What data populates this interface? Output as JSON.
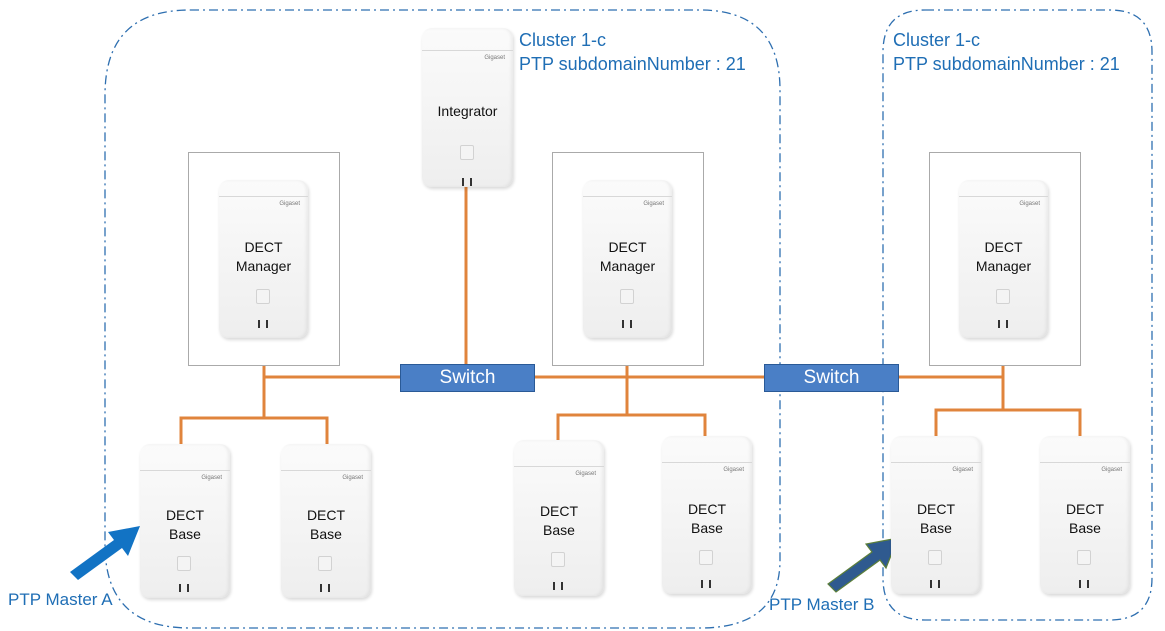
{
  "clusters": [
    {
      "name": "Cluster 1-c",
      "subdomain": "PTP subdomainNumber : 21"
    },
    {
      "name": "Cluster 1-c",
      "subdomain": "PTP subdomainNumber : 21"
    }
  ],
  "devices": {
    "integrator": "Integrator",
    "manager": "DECT\nManager",
    "base": "DECT\nBase",
    "brand": "Gigaset"
  },
  "switches": [
    "Switch",
    "Switch"
  ],
  "masters": [
    "PTP Master A",
    "PTP Master B"
  ],
  "colors": {
    "boundary": "#2e6fb0",
    "cable": "#e0843c",
    "switch_fill": "#4a7fc6",
    "label": "#1f6eb5",
    "arrow_a": "#1273c4",
    "arrow_b": "#2f5a8f"
  }
}
